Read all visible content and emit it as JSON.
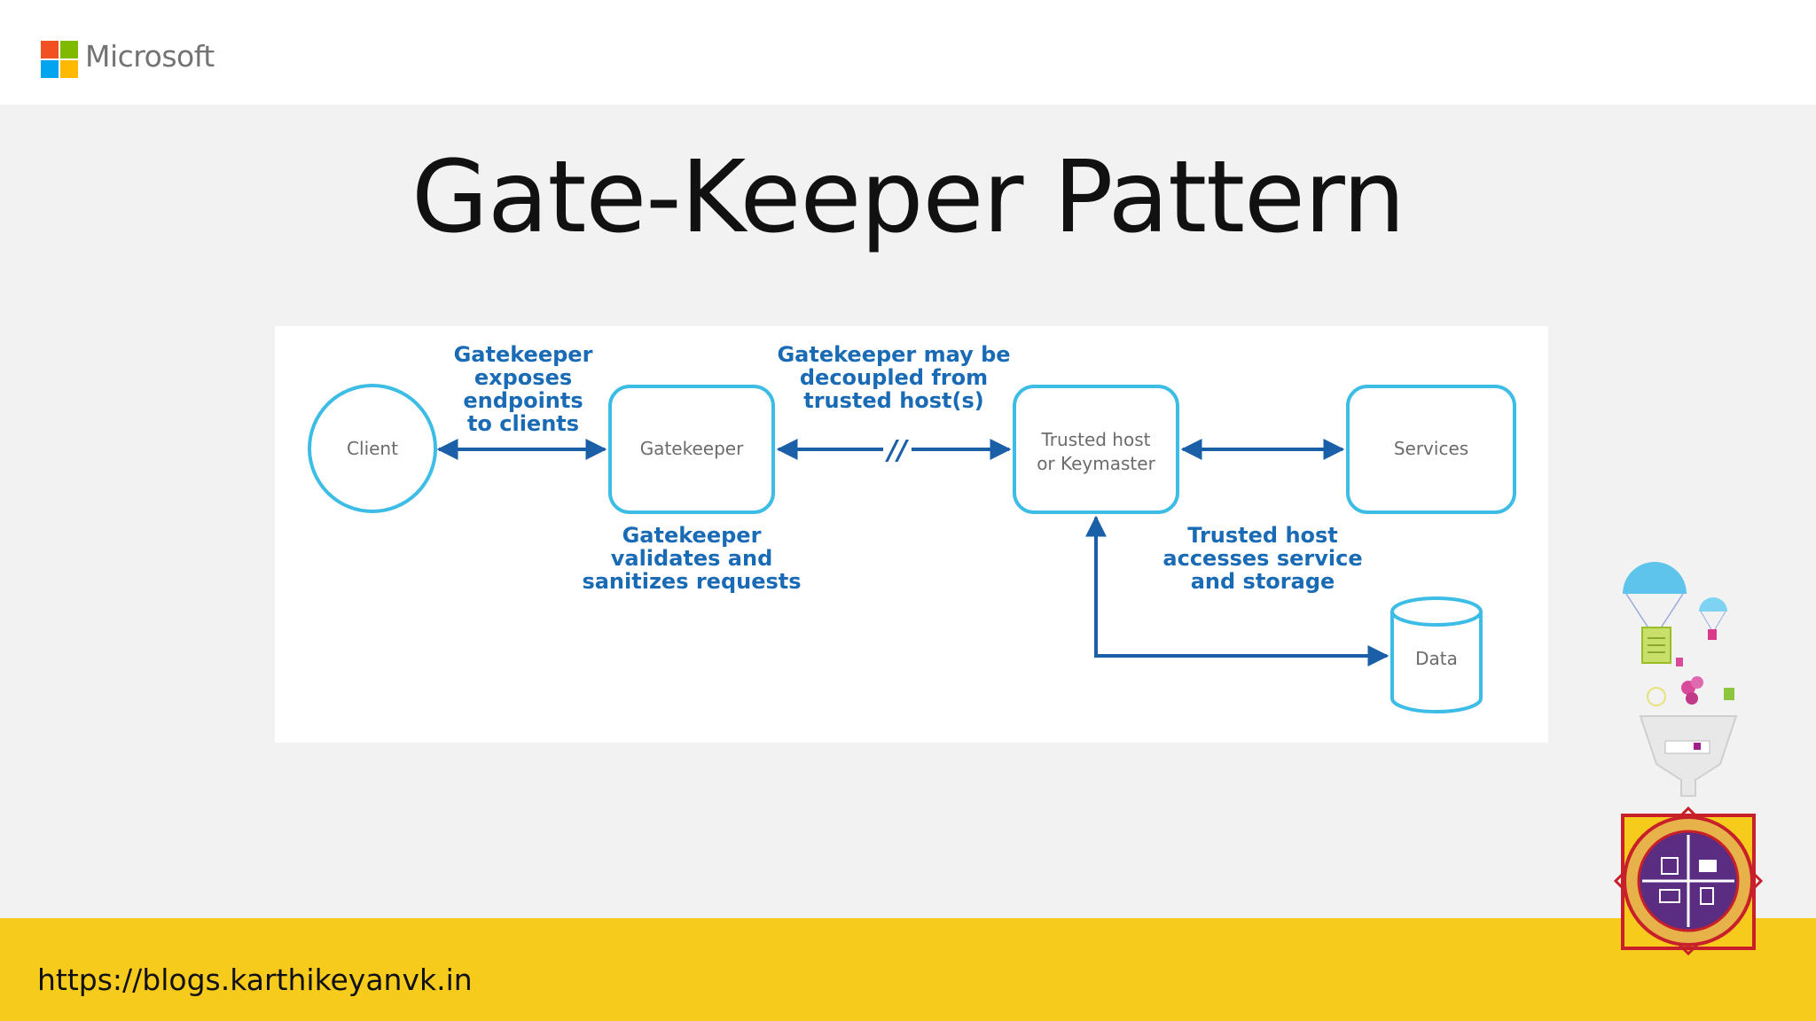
{
  "header": {
    "brand": "Microsoft"
  },
  "slide": {
    "title": "Gate-Keeper Pattern"
  },
  "diagram": {
    "nodes": {
      "client": "Client",
      "gatekeeper": "Gatekeeper",
      "trusted_line1": "Trusted host",
      "trusted_line2": "or Keymaster",
      "services": "Services",
      "data": "Data"
    },
    "annotations": {
      "exposes": [
        "Gatekeeper",
        "exposes",
        "endpoints",
        "to clients"
      ],
      "decoupled": [
        "Gatekeeper may be",
        "decoupled from",
        "trusted host(s)"
      ],
      "validates": [
        "Gatekeeper",
        "validates and",
        "sanitizes requests"
      ],
      "accesses": [
        "Trusted host",
        "accesses service",
        "and storage"
      ]
    },
    "decoupling_mark": "//"
  },
  "footer": {
    "url": "https://blogs.karthikeyanvk.in"
  },
  "colors": {
    "arrow": "#1a5fa8",
    "node_border": "#3dbde6",
    "annot": "#1a6bb5",
    "footer": "#f7cb1c"
  }
}
